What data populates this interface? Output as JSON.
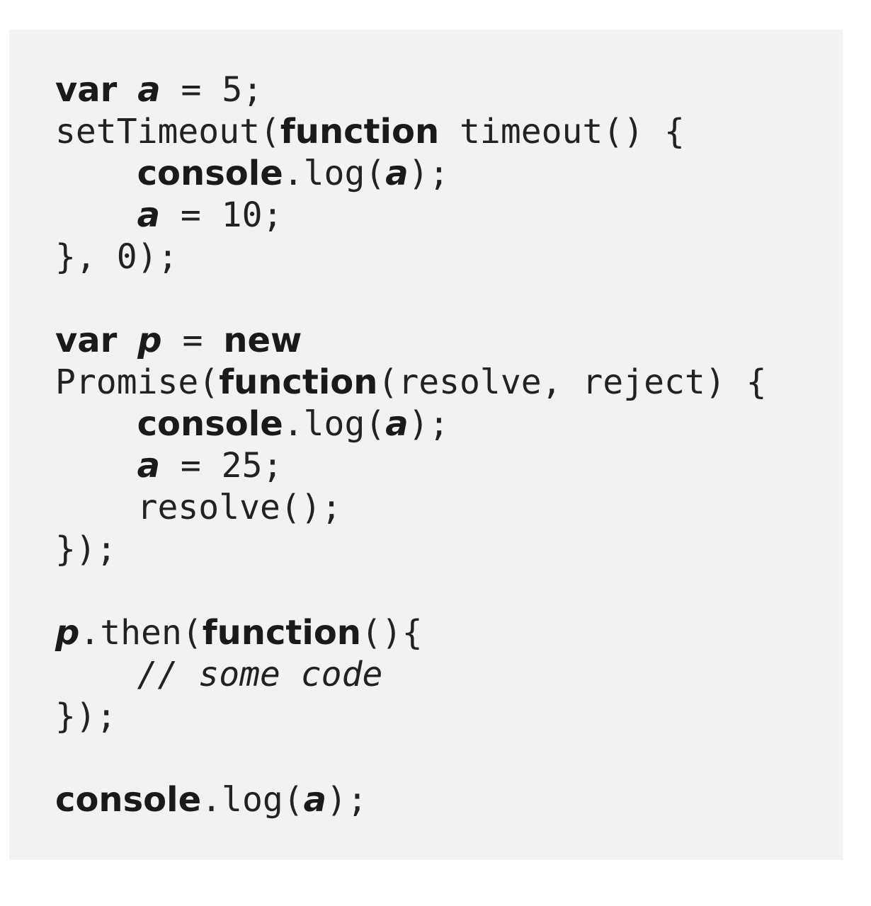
{
  "code": {
    "lines": [
      [
        {
          "t": "var",
          "k": "kw"
        },
        {
          "t": " "
        },
        {
          "t": "a",
          "k": "var"
        },
        {
          "t": " = 5;"
        }
      ],
      [
        {
          "t": "setTimeout("
        },
        {
          "t": "function",
          "k": "kw"
        },
        {
          "t": " timeout() {"
        }
      ],
      [
        {
          "t": "    "
        },
        {
          "t": "console",
          "k": "kw"
        },
        {
          "t": ".log("
        },
        {
          "t": "a",
          "k": "var"
        },
        {
          "t": ");"
        }
      ],
      [
        {
          "t": "    "
        },
        {
          "t": "a",
          "k": "var"
        },
        {
          "t": " = 10;"
        }
      ],
      [
        {
          "t": "}, 0);"
        }
      ],
      [],
      [
        {
          "t": "var",
          "k": "kw"
        },
        {
          "t": " "
        },
        {
          "t": "p",
          "k": "var"
        },
        {
          "t": " = "
        },
        {
          "t": "new",
          "k": "kw"
        }
      ],
      [
        {
          "t": "Promise("
        },
        {
          "t": "function",
          "k": "kw"
        },
        {
          "t": "(resolve, reject) {"
        }
      ],
      [
        {
          "t": "    "
        },
        {
          "t": "console",
          "k": "kw"
        },
        {
          "t": ".log("
        },
        {
          "t": "a",
          "k": "var"
        },
        {
          "t": ");"
        }
      ],
      [
        {
          "t": "    "
        },
        {
          "t": "a",
          "k": "var"
        },
        {
          "t": " = 25;"
        }
      ],
      [
        {
          "t": "    resolve();"
        }
      ],
      [
        {
          "t": "});"
        }
      ],
      [],
      [
        {
          "t": "p",
          "k": "var"
        },
        {
          "t": ".then("
        },
        {
          "t": "function",
          "k": "kw"
        },
        {
          "t": "(){"
        }
      ],
      [
        {
          "t": "    "
        },
        {
          "t": "// some code",
          "k": "cm"
        }
      ],
      [
        {
          "t": "});"
        }
      ],
      [],
      [
        {
          "t": "console",
          "k": "kw"
        },
        {
          "t": ".log("
        },
        {
          "t": "a",
          "k": "var"
        },
        {
          "t": ");"
        }
      ]
    ]
  }
}
